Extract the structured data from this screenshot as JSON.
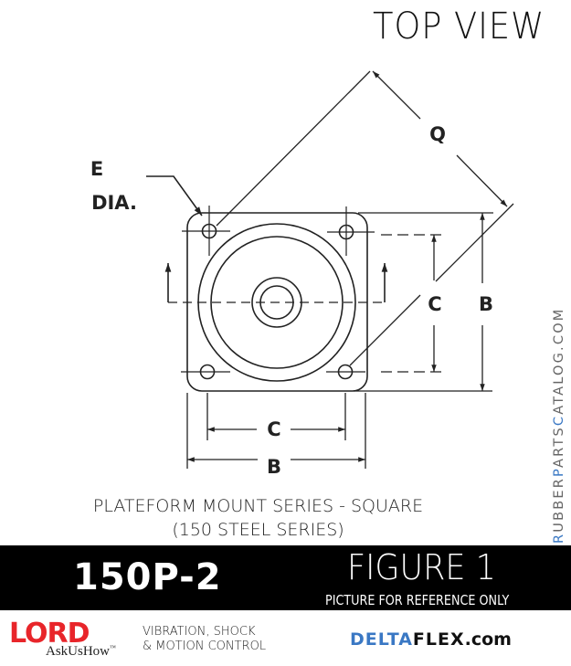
{
  "header": {
    "title": "TOP VIEW"
  },
  "drawing": {
    "labels": {
      "e_dia_line1": "E",
      "e_dia_line2": "DIA.",
      "q": "Q",
      "c_right": "C",
      "b_right": "B",
      "c_bottom": "C",
      "b_bottom": "B"
    }
  },
  "caption": {
    "line1": "PLATEFORM MOUNT SERIES - SQUARE",
    "line2": "(150 STEEL SERIES)"
  },
  "watermark": {
    "parts": [
      "R",
      "UBBER",
      "P",
      "ARTS",
      "C",
      "ATALOG.COM"
    ],
    "accent_color": "#3a78c4",
    "text_color": "#666666"
  },
  "band": {
    "part_number": "150P-2",
    "figure": "FIGURE 1",
    "note": "PICTURE FOR REFERENCE ONLY",
    "background": "#000000"
  },
  "footer": {
    "lord_logo": "LORD",
    "lord_tagline": "AskUsHow",
    "tagline_line1": "VIBRATION, SHOCK",
    "tagline_line2": "& MOTION CONTROL",
    "deltaflex_part1": "DELTA",
    "deltaflex_part2": "FLEX",
    "deltaflex_part3": ".com",
    "lord_color": "#e8252a",
    "delta_color": "#3a78c4"
  }
}
